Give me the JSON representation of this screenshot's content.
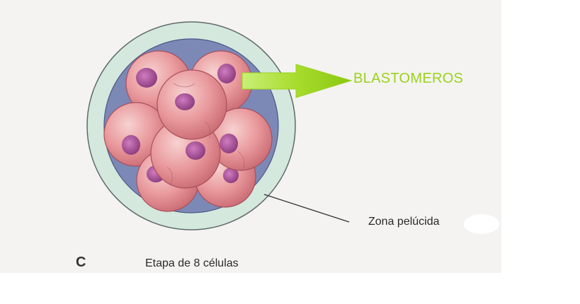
{
  "labels": {
    "panel_letter": "C",
    "stage_caption": "Etapa de 8 células",
    "zona_pellucida": "Zona pelúcida",
    "blastomeres": "BLASTOMEROS"
  },
  "colors": {
    "zona": "#d3e7dc",
    "perivitelline": "#7a86b4",
    "cell_base": "#e79298",
    "cell_light": "#f3c3c3",
    "nucleus": "#a34a8e",
    "arrow": "#9bd21c",
    "leader_line": "#333333"
  },
  "icons": {
    "arrow": "right-arrow-icon"
  }
}
